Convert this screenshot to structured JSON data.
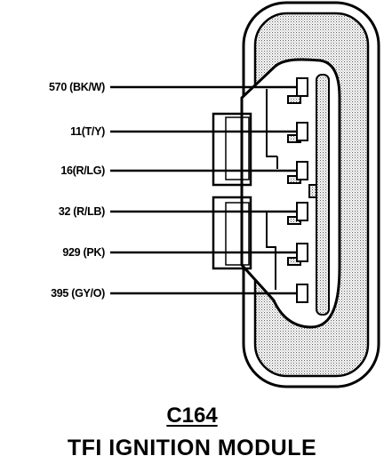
{
  "connector": {
    "id": "C164",
    "title": "TFI IGNITION MODULE"
  },
  "pins": [
    {
      "label": "570 (BK/W)"
    },
    {
      "label": "11(T/Y)"
    },
    {
      "label": "16(R/LG)"
    },
    {
      "label": "32 (R/LB)"
    },
    {
      "label": "929 (PK)"
    },
    {
      "label": "395 (GY/O)"
    }
  ]
}
